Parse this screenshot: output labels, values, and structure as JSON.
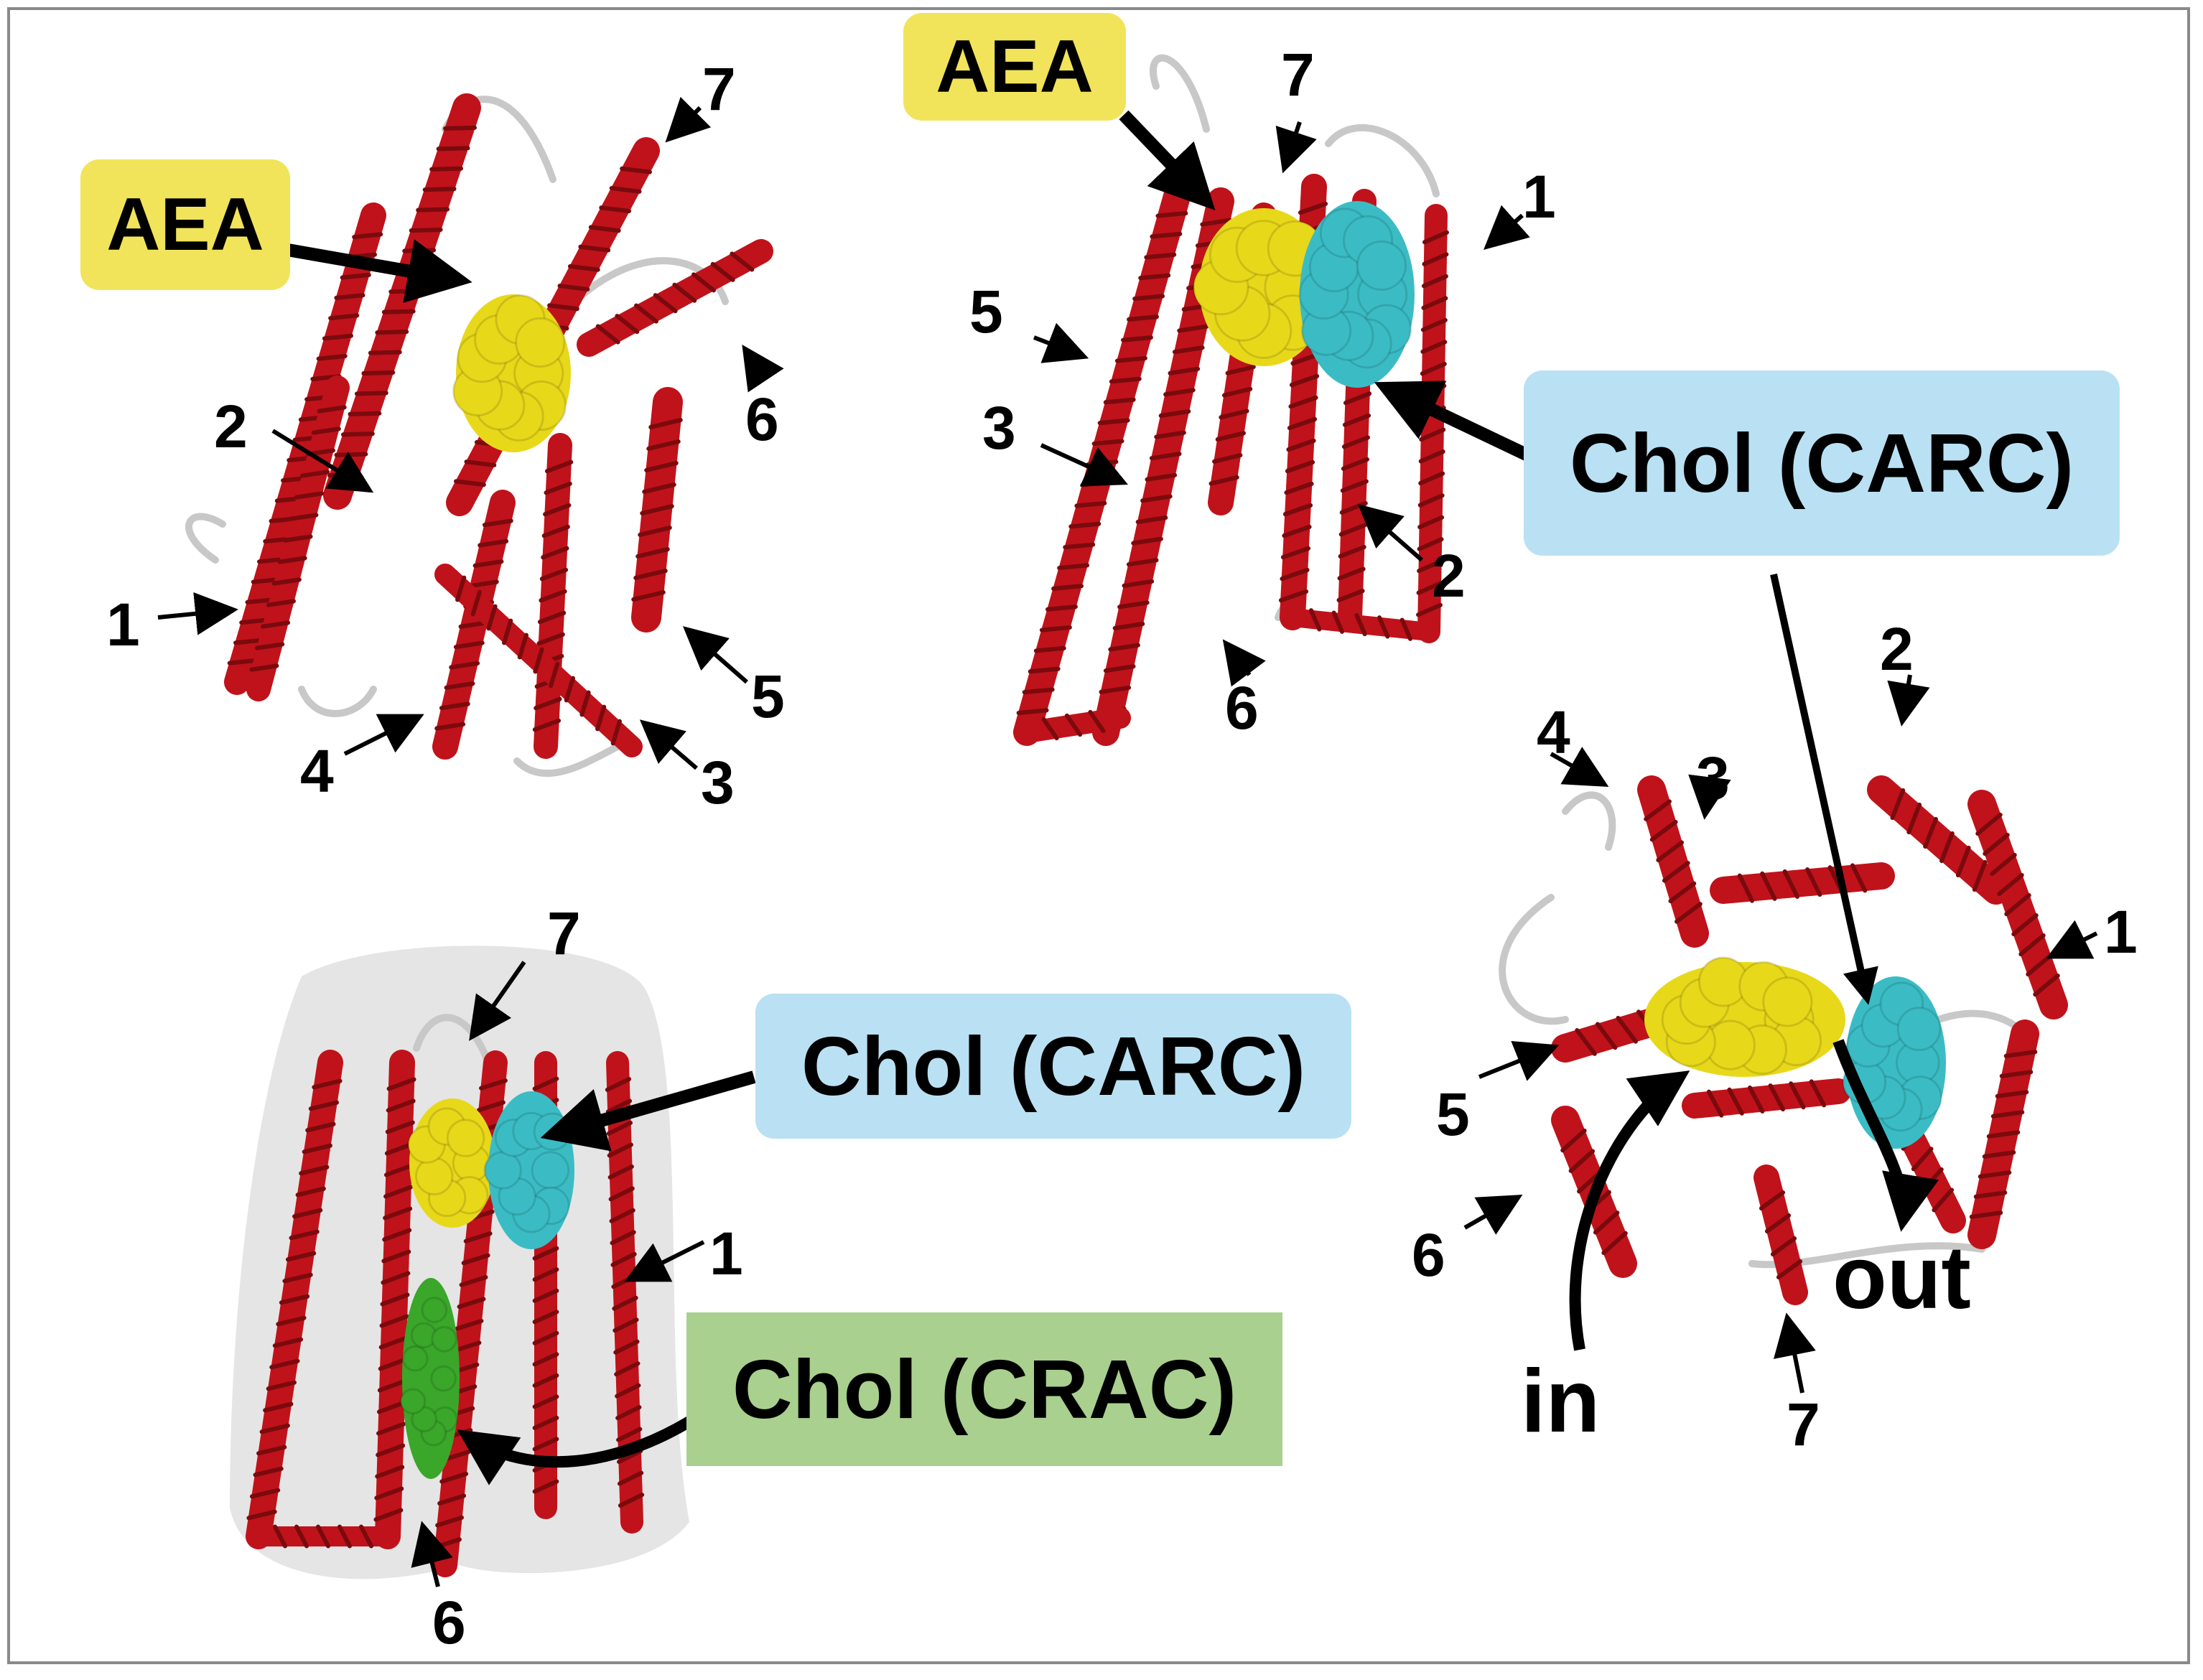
{
  "colors": {
    "helix": "#c0121a",
    "helix_dark": "#7a0a0e",
    "loop": "#c8c8c8",
    "aea_ligand": "#e8d81a",
    "carc_chol": "#3bbcc4",
    "crac_chol": "#3aa62a",
    "aea_label_bg": "#f2e45a",
    "carc_label_bg": "#b9e1f3",
    "crac_label_bg": "#a9d08e",
    "surface": "#d0d0d0"
  },
  "panel_top_left": {
    "aea_label": "AEA",
    "helix_numbers": {
      "h1": "1",
      "h2": "2",
      "h3": "3",
      "h4": "4",
      "h5": "5",
      "h6": "6",
      "h7": "7"
    }
  },
  "panel_top_middle": {
    "aea_label": "AEA",
    "carc_label": "Chol (CARC)",
    "helix_numbers": {
      "h1": "1",
      "h2": "2",
      "h3": "3",
      "h5": "5",
      "h6": "6",
      "h7": "7"
    }
  },
  "panel_bottom_left": {
    "carc_label": "Chol (CARC)",
    "crac_label": "Chol (CRAC)",
    "helix_numbers": {
      "h1": "1",
      "h6": "6",
      "h7": "7"
    }
  },
  "panel_bottom_right": {
    "in_label": "in",
    "out_label": "out",
    "helix_numbers": {
      "h1": "1",
      "h2": "2",
      "h3": "3",
      "h4": "4",
      "h5": "5",
      "h6": "6",
      "h7": "7"
    }
  }
}
